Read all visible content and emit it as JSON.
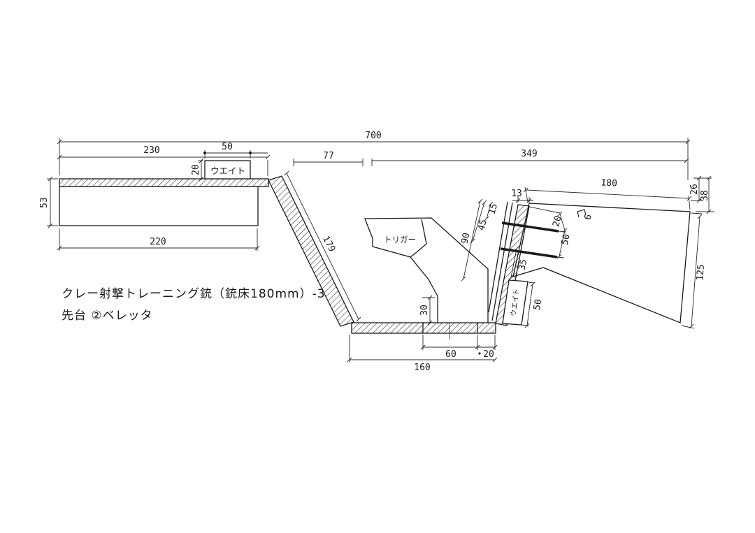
{
  "drawing": {
    "title": {
      "line1": "クレー射撃トレーニング銃（銃床180mm）-3",
      "line2": "先台 ②ベレッタ"
    },
    "labels": {
      "top_weight": "ウエイト",
      "trigger": "トリガー",
      "stock_weight": "ウエイト"
    },
    "dims": {
      "overall_length": "700",
      "forend_top": "230",
      "top_weight_width": "50",
      "top_weight_height": "20",
      "forend_height": "53",
      "forend_bottom": "220",
      "gap": "77",
      "rear_span": "349",
      "diagonal_length": "179",
      "grip_length": "90",
      "d45": "45",
      "d15": "15",
      "plate_width": "13",
      "bolt_offset": "20",
      "bolt_spacing": "50",
      "plate_thickness": "6",
      "d35": "35",
      "stock_weight_length": "50",
      "grip_front_height": "30",
      "base_inner": "60",
      "base_end": "20",
      "base_length": "160",
      "stock_top": "180",
      "d26": "26",
      "d38": "38",
      "stock_rear": "125"
    }
  }
}
